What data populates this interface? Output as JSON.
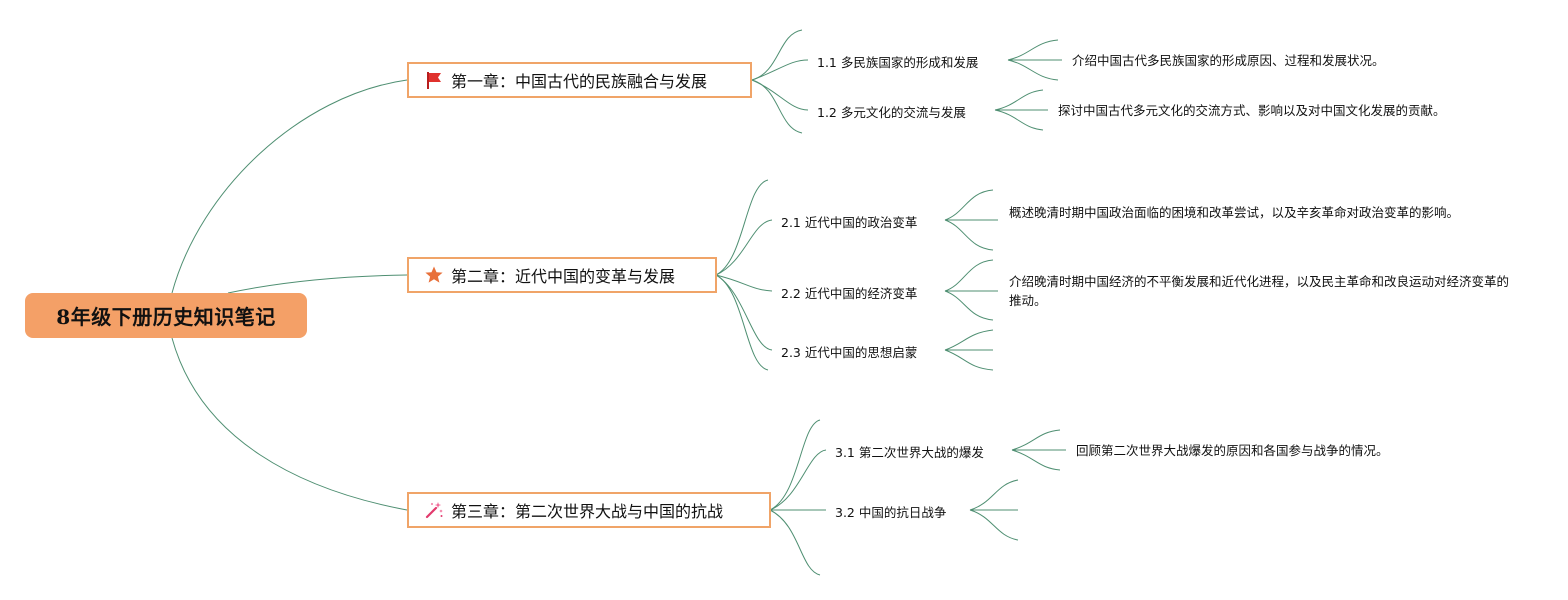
{
  "root": {
    "title": "8年级下册历史知识笔记"
  },
  "chapters": [
    {
      "icon": "red-flag-icon",
      "label": "第一章：中国古代的民族融合与发展",
      "topics": [
        {
          "label": "1.1 多民族国家的形成和发展",
          "desc": "介绍中国古代多民族国家的形成原因、过程和发展状况。"
        },
        {
          "label": "1.2 多元文化的交流与发展",
          "desc": "探讨中国古代多元文化的交流方式、影响以及对中国文化发展的贡献。"
        }
      ]
    },
    {
      "icon": "orange-star-icon",
      "label": "第二章：近代中国的变革与发展",
      "topics": [
        {
          "label": "2.1 近代中国的政治变革",
          "desc": "概述晚清时期中国政治面临的困境和改革尝试，以及辛亥革命对政治变革的影响。"
        },
        {
          "label": "2.2 近代中国的经济变革",
          "desc": "介绍晚清时期中国经济的不平衡发展和近代化进程，以及民主革命和改良运动对经济变革的推动。"
        },
        {
          "label": "2.3 近代中国的思想启蒙",
          "desc": ""
        }
      ]
    },
    {
      "icon": "sparkle-wand-icon",
      "label": "第三章：第二次世界大战与中国的抗战",
      "topics": [
        {
          "label": "3.1 第二次世界大战的爆发",
          "desc": "回顾第二次世界大战爆发的原因和各国参与战争的情况。"
        },
        {
          "label": "3.2 中国的抗日战争",
          "desc": ""
        }
      ]
    }
  ],
  "colors": {
    "root_fill": "#f4a067",
    "chapter_border": "#f0a468",
    "connector": "#4f8f72"
  }
}
